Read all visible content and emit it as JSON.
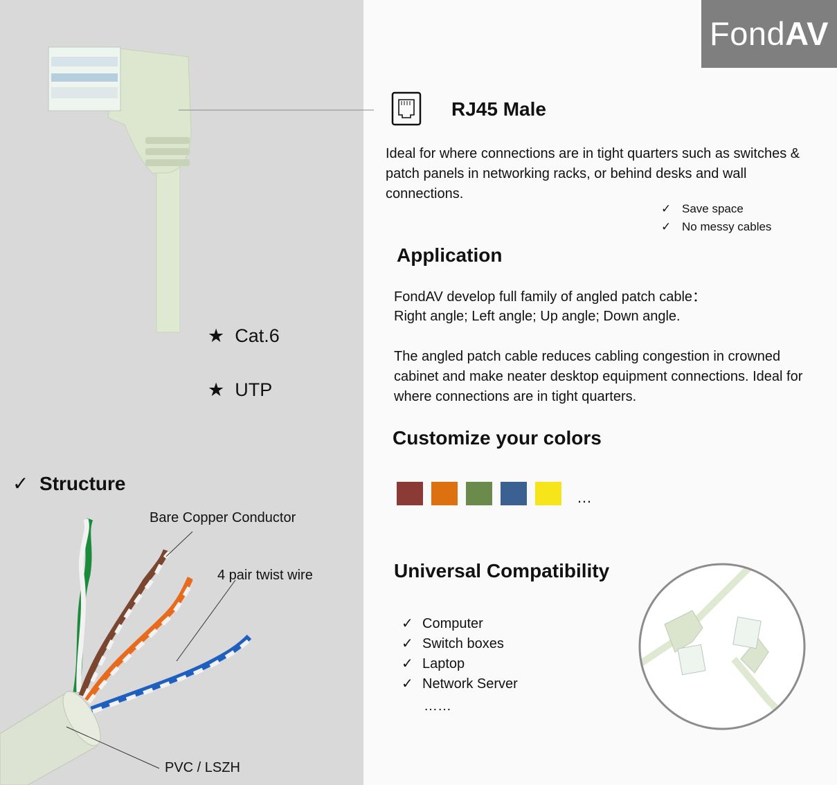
{
  "logo": {
    "part1": "Fond",
    "part2": "AV"
  },
  "features": {
    "cat": "Cat.6",
    "utp": "UTP"
  },
  "rj45": {
    "title": "RJ45 Male",
    "description": "Ideal for where connections are in tight quarters such as switches & patch panels in networking racks, or behind desks and wall connections.",
    "benefits": [
      "Save space",
      "No messy cables"
    ]
  },
  "application": {
    "title": "Application",
    "line1": "FondAV develop full family of angled patch cable：",
    "line2": "Right angle; Left angle; Up angle; Down angle.",
    "paragraph": "The angled patch cable reduces cabling congestion in crowned cabinet and make neater desktop equipment connections. Ideal for where connections are in tight quarters."
  },
  "colors": {
    "title": "Customize  your colors",
    "swatches": [
      "#8b3a35",
      "#dd7110",
      "#6a8b4c",
      "#3b6193",
      "#f5e51a"
    ],
    "more": "…"
  },
  "compat": {
    "title": "Universal Compatibility",
    "items": [
      "Computer",
      "Switch boxes",
      "Laptop",
      "Network Server"
    ],
    "more": "……"
  },
  "structure": {
    "title": "Structure",
    "copper": "Bare Copper Conductor",
    "twist": "4 pair twist wire",
    "jacket": "PVC / LSZH"
  }
}
